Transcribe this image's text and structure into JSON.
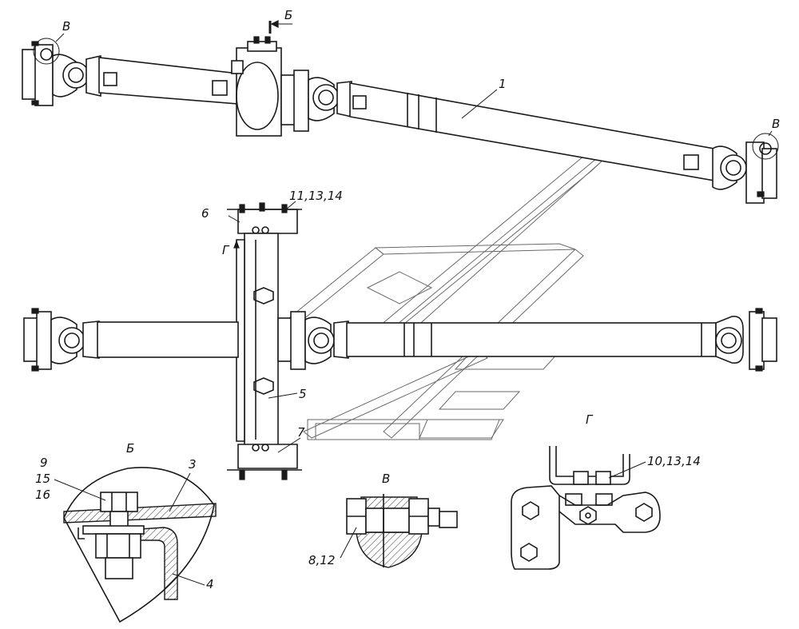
{
  "labels": {
    "part_1": "1",
    "part_3": "3",
    "part_4": "4",
    "part_5": "5",
    "part_6": "6",
    "part_7": "7",
    "part_9": "9",
    "part_15": "15",
    "part_16": "16",
    "part_8_12": "8,12",
    "part_10_13_14": "10,13,14",
    "part_11_13_14": "11,13,14"
  },
  "views": {
    "section_b": "Б",
    "view_v": "В",
    "view_g": "Г"
  },
  "colors": {
    "line": "#1a1a1a",
    "watermark": "#6a6a6a",
    "background": "#ffffff"
  }
}
